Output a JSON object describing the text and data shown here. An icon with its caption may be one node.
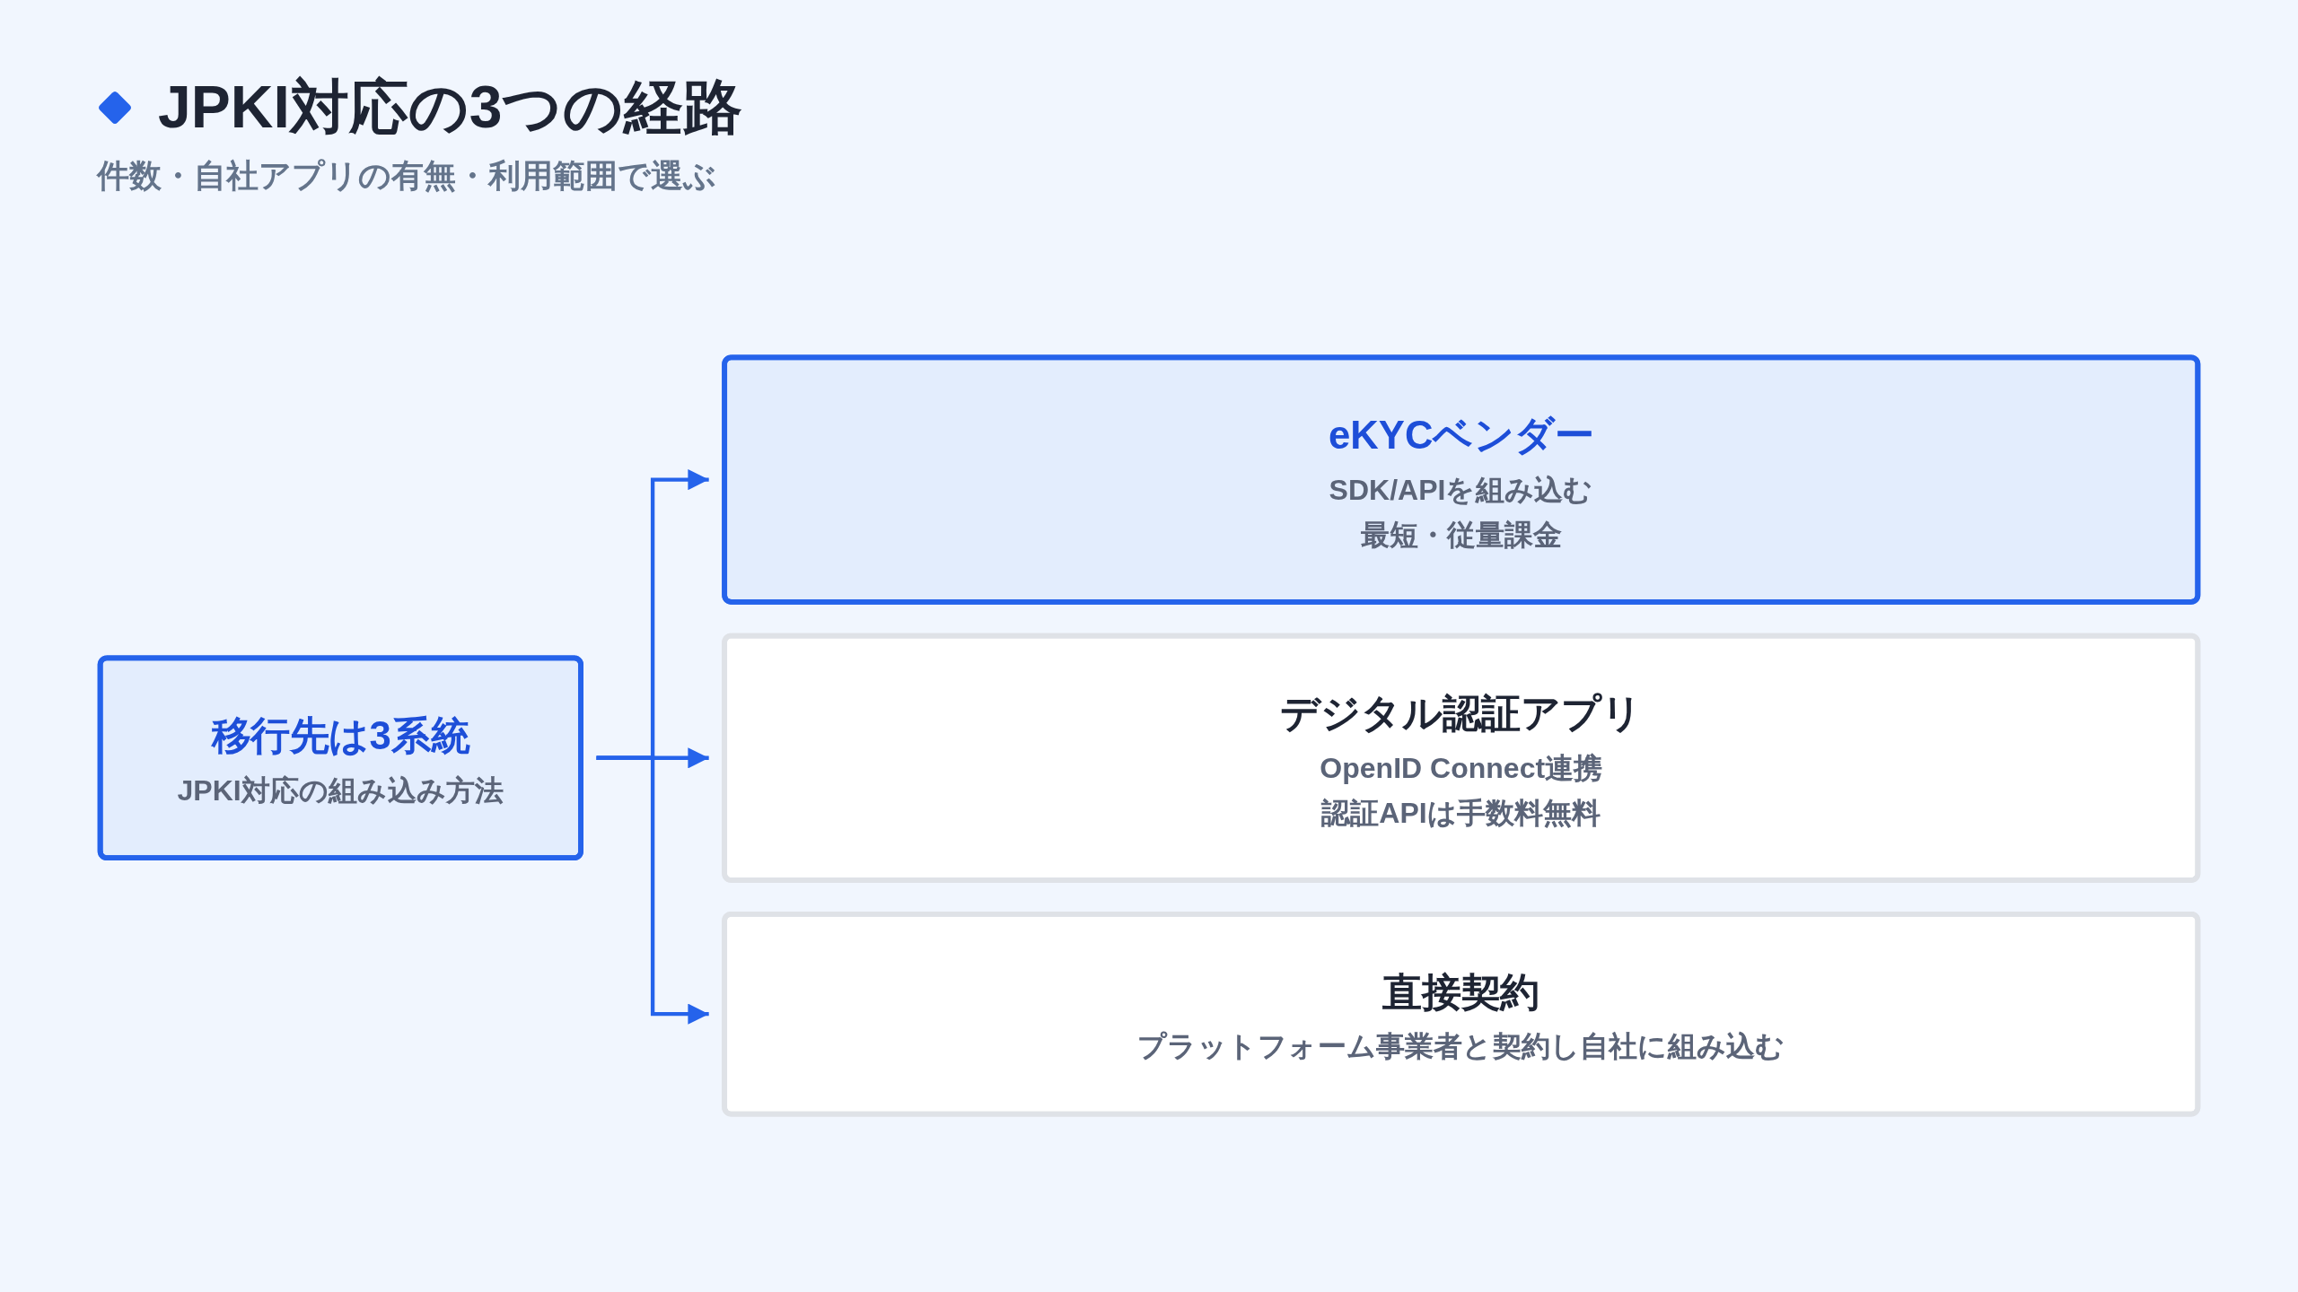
{
  "diagram": {
    "title": "JPKI対応の3つの経路",
    "nodes": [
      {
        "text": [
          "移行先は3系統",
          "JPKI対応の組み込み方法"
        ]
      },
      {
        "text": [
          "eKYCベンダー",
          "SDK/APIを組み込む",
          "最短・従量課金"
        ]
      },
      {
        "text": [
          "デジタル認証アプリ",
          "OpenID Connect連携",
          "認証APIは手数料無料"
        ]
      },
      {
        "text": [
          "直接契約",
          "プラットフォーム事業者と契約し自社に組み込む"
        ]
      }
    ],
    "edges": [
      {
        "from": 0,
        "to": 1,
        "arrow": "to"
      },
      {
        "from": 0,
        "to": 2,
        "arrow": "to"
      },
      {
        "from": 0,
        "to": 3,
        "arrow": "to"
      }
    ],
    "labels": [
      "件数・自社アプリの有無・利用範囲で選ぶ"
    ]
  }
}
